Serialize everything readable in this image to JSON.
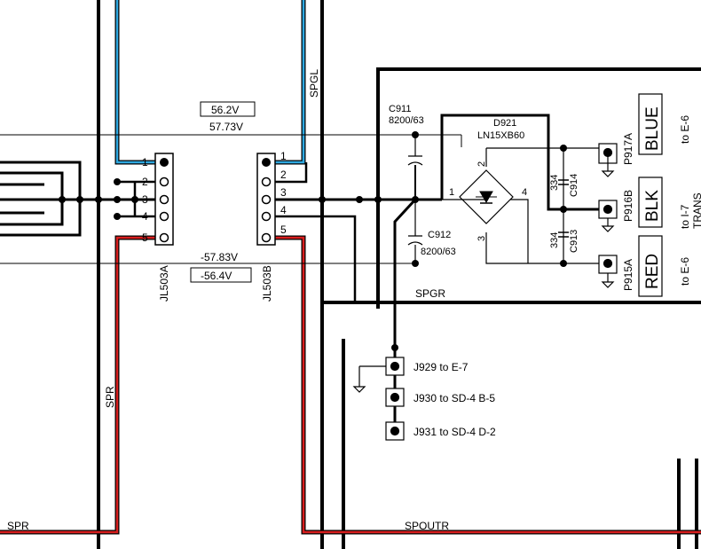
{
  "connectors": {
    "jl503a": {
      "name": "JL503A",
      "pins": [
        "1",
        "2",
        "3",
        "4",
        "5"
      ]
    },
    "jl503b": {
      "name": "JL503B",
      "pins": [
        "1",
        "2",
        "3",
        "4",
        "5"
      ]
    }
  },
  "voltages": {
    "pos_boxed": "56.2V",
    "pos": "57.73V",
    "neg": "-57.83V",
    "neg_boxed": "-56.4V"
  },
  "nets": {
    "spgl": "SPGL",
    "spgr": "SPGR",
    "spr_v": "SPR",
    "spr_h": "SPR",
    "spoutr": "SPOUTR"
  },
  "components": {
    "c911": {
      "ref": "C911",
      "value": "8200/63"
    },
    "c912": {
      "ref": "C912",
      "value": "8200/63"
    },
    "d921": {
      "ref": "D921",
      "value": "LN15XB60",
      "pins": [
        "1",
        "2",
        "3",
        "4"
      ]
    },
    "c914": {
      "ref": "C914",
      "value": "334"
    },
    "c913": {
      "ref": "C913",
      "value": "334"
    }
  },
  "right_connectors": [
    {
      "ref": "P917A",
      "color": "BLUE",
      "dest": "to E-6"
    },
    {
      "ref": "P916B",
      "color": "BLK",
      "dest": "to I-7"
    },
    {
      "ref": "P915A",
      "color": "RED",
      "dest": "to E-6"
    }
  ],
  "trans_label": "TRANS",
  "jacks": [
    {
      "label": "J929 to E-7"
    },
    {
      "label": "J930  to SD-4 B-5"
    },
    {
      "label": "J931  to SD-4 D-2"
    }
  ],
  "colors": {
    "blue_wire": "#2ea8e0",
    "red_wire": "#d81e1e",
    "wire": "#000000"
  }
}
